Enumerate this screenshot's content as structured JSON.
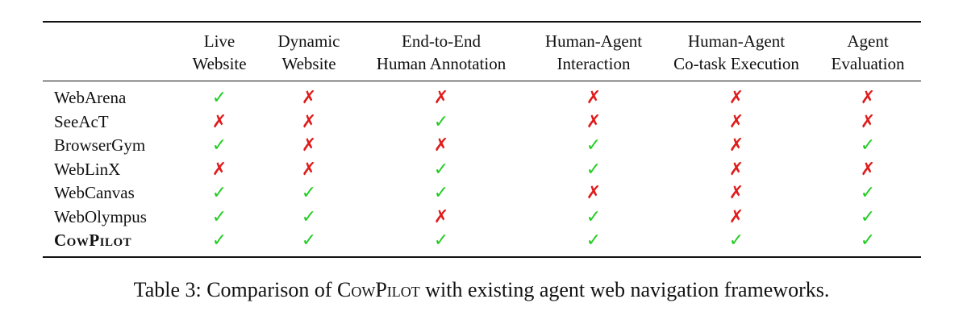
{
  "columns": [
    {
      "line1": "",
      "line2": ""
    },
    {
      "line1": "Live",
      "line2": "Website"
    },
    {
      "line1": "Dynamic",
      "line2": "Website"
    },
    {
      "line1": "End-to-End",
      "line2": "Human Annotation"
    },
    {
      "line1": "Human-Agent",
      "line2": "Interaction"
    },
    {
      "line1": "Human-Agent",
      "line2": "Co-task Execution"
    },
    {
      "line1": "Agent",
      "line2": "Evaluation"
    }
  ],
  "rows": [
    {
      "name": "WebArena",
      "bold": false,
      "values": [
        true,
        false,
        false,
        false,
        false,
        false
      ]
    },
    {
      "name": "SeeAcT",
      "bold": false,
      "values": [
        false,
        false,
        true,
        false,
        false,
        false
      ]
    },
    {
      "name": "BrowserGym",
      "bold": false,
      "values": [
        true,
        false,
        false,
        true,
        false,
        true
      ]
    },
    {
      "name": "WebLinX",
      "bold": false,
      "values": [
        false,
        false,
        true,
        true,
        false,
        false
      ]
    },
    {
      "name": "WebCanvas",
      "bold": false,
      "values": [
        true,
        true,
        true,
        false,
        false,
        true
      ]
    },
    {
      "name": "WebOlympus",
      "bold": false,
      "values": [
        true,
        true,
        false,
        true,
        false,
        true
      ]
    },
    {
      "name": "CowPilot",
      "bold": true,
      "values": [
        true,
        true,
        true,
        true,
        true,
        true
      ]
    }
  ],
  "symbols": {
    "yes": "✓",
    "no": "✗"
  },
  "colors": {
    "yes": "#22cc22",
    "no": "#e01b1b"
  },
  "caption": {
    "prefix": "Table 3: Comparison of ",
    "name": "CowPilot",
    "suffix": " with existing agent web navigation frameworks."
  }
}
